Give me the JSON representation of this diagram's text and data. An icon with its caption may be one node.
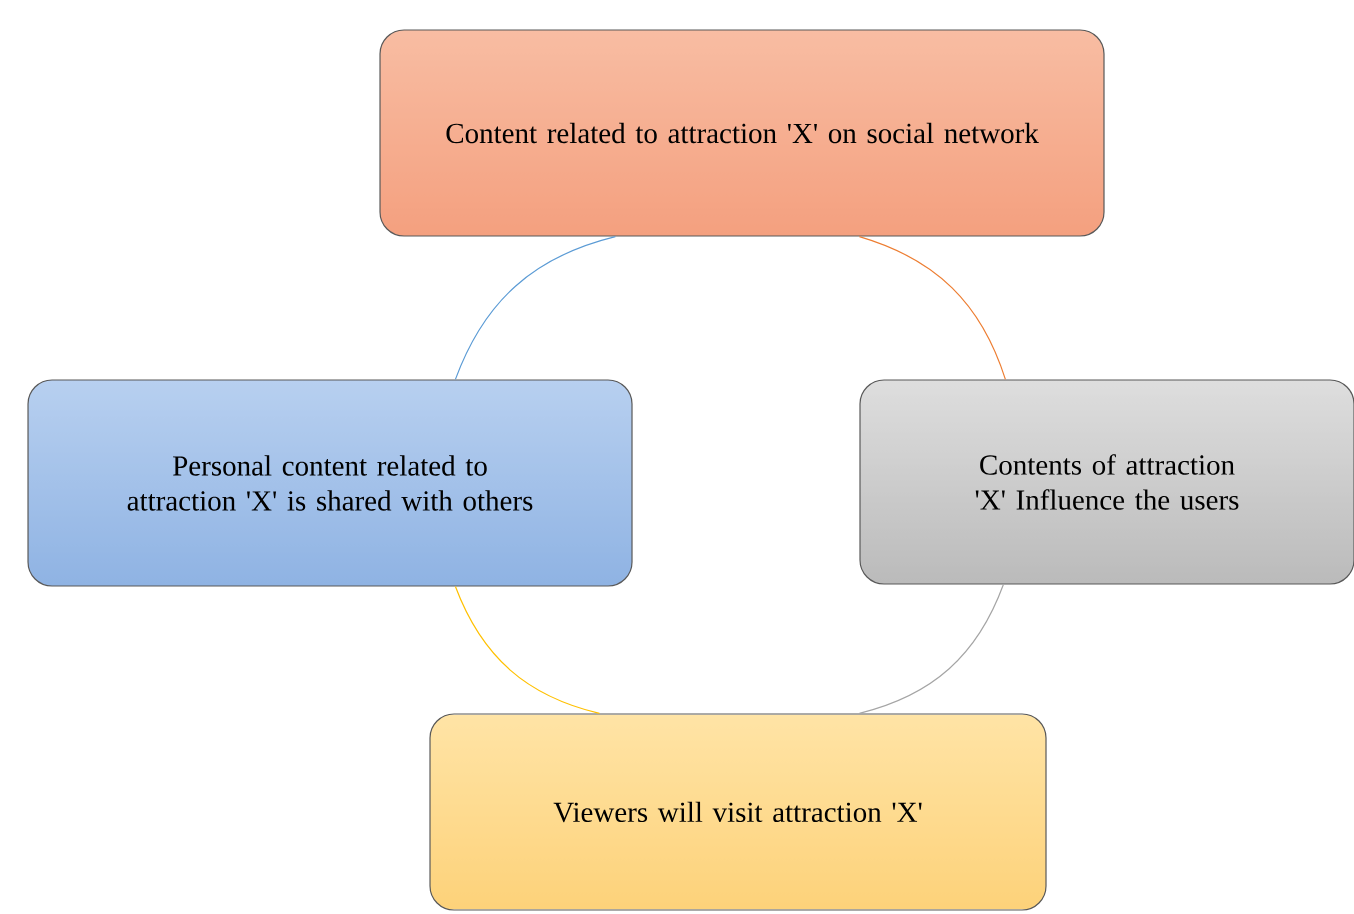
{
  "diagram": {
    "nodes": [
      {
        "text": [
          "Content related to attraction 'X' on social network"
        ]
      },
      {
        "text": [
          "Contents of attraction 'X' Influence the users"
        ]
      },
      {
        "text": [
          "Viewers will visit attraction 'X'"
        ]
      },
      {
        "text": [
          "Personal content related to attraction 'X' is shared with others"
        ]
      }
    ],
    "edges": [
      {
        "from": 0,
        "to": 1,
        "arrow": "none",
        "color": "#ed7d31"
      },
      {
        "from": 1,
        "to": 2,
        "arrow": "none",
        "color": "#a5a5a5"
      },
      {
        "from": 2,
        "to": 3,
        "arrow": "none",
        "color": "#ffc000"
      },
      {
        "from": 3,
        "to": 0,
        "arrow": "none",
        "color": "#5b9bd5"
      }
    ]
  }
}
